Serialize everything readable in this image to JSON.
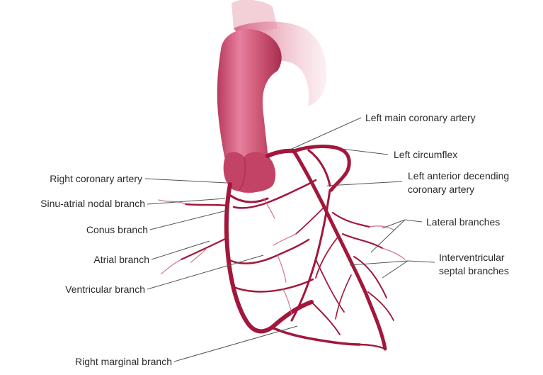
{
  "labels": {
    "left_main": "Left main coronary artery",
    "left_circumflex": "Left circumflex",
    "lad_line1": "Left anterior decending",
    "lad_line2": "coronary artery",
    "lateral": "Lateral branches",
    "septal_line1": "Interventricular",
    "septal_line2": "septal branches",
    "right_coronary": "Right coronary artery",
    "sinu_atrial": "Sinu-atrial nodal branch",
    "conus": "Conus branch",
    "atrial": "Atrial branch",
    "ventricular": "Ventricular branch",
    "right_marginal": "Right marginal branch"
  },
  "colors": {
    "aorta": "#c4476b",
    "vessel": "#a3173c",
    "vessel_light": "#c9677f",
    "leader": "#555555",
    "text": "#2b2b2b"
  }
}
